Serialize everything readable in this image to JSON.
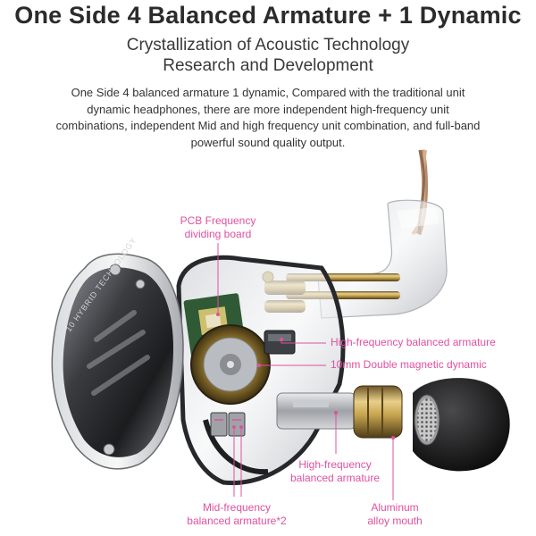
{
  "header": {
    "title": "One Side 4 Balanced Armature + 1 Dynamic",
    "subtitle_line1": "Crystallization of Acoustic Technology",
    "subtitle_line2": "Research and Development",
    "description": "One Side 4 balanced armature 1 dynamic, Compared with the traditional unit dynamic headphones, there are more independent high-frequency unit combinations, independent Mid and high frequency unit combination, and full-band powerful sound quality output."
  },
  "faceplate_text": "10 HYBRID TECHNOLOGY",
  "callouts": {
    "pcb": {
      "line1": "PCB Frequency",
      "line2": "dividing board"
    },
    "high_ba": "High-frequency balanced armature",
    "dynamic": "10mm Double magnetic dynamic",
    "high_ba2": {
      "line1": "High-frequency",
      "line2": "balanced armature"
    },
    "mid_ba": {
      "line1": "Mid-frequency",
      "line2": "balanced armature*2"
    },
    "nozzle": {
      "line1": "Aluminum",
      "line2": "alloy mouth"
    }
  },
  "colors": {
    "accent": "#e0509f",
    "title": "#2b2b2b",
    "text": "#333333"
  }
}
